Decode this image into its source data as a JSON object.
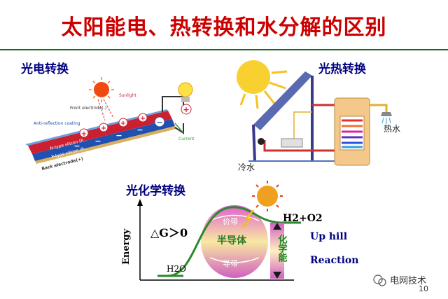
{
  "title": "太阳能电、热转换和水分解的区别",
  "sections": {
    "photovoltaic": "光电转换",
    "photothermal": "光热转换",
    "photochemical": "光化学转换"
  },
  "photovoltaic": {
    "sunlight": "Sunlight",
    "front_electrode": "Front electrode(-)",
    "anti_reflection": "Anti-reflection coating",
    "n_layer": "N-type silicon (P...",
    "p_layer": "P-type silicon (P...",
    "back_electrode": "Back electrode(+)",
    "current": "Current"
  },
  "photothermal": {
    "hot_water": "热水",
    "cold_water": "冷水"
  },
  "photochemical": {
    "delta_g": "△G＞0",
    "product": "H2+O2",
    "reactant": "H2O",
    "valence_band": "价带",
    "semiconductor": "半导体",
    "conduction_band": "导带",
    "chem_energy": "化学能",
    "up_hill": "Up hill",
    "reaction": "Reaction",
    "y_axis": "Energy"
  },
  "footer": {
    "brand": "电网技术",
    "page_number": "10"
  },
  "colors": {
    "title": "#cc0000",
    "section": "#000080",
    "rule": "#1a6a1a"
  }
}
